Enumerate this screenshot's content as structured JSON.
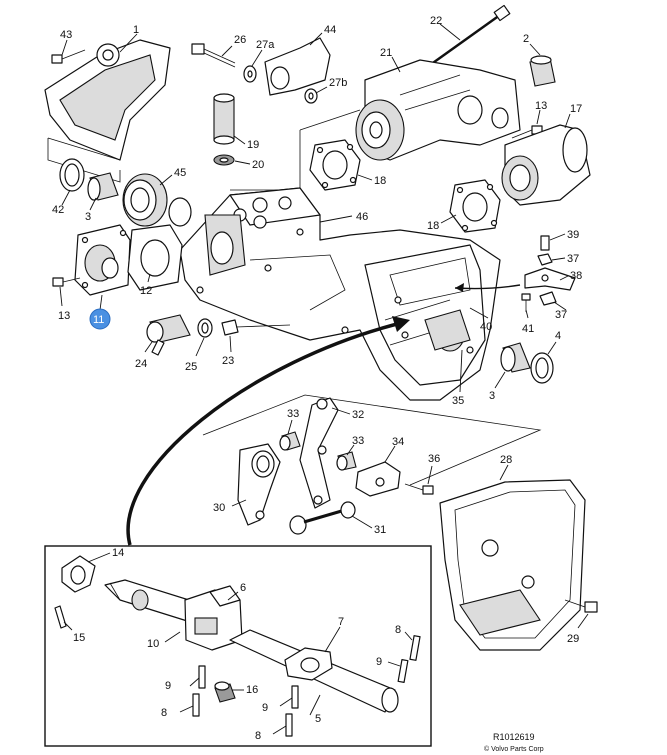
{
  "diagram": {
    "labels": {
      "p1": "1",
      "p2": "2",
      "p3a": "3",
      "p3b": "3",
      "p4": "4",
      "p5": "5",
      "p6": "6",
      "p7": "7",
      "p8a": "8",
      "p8b": "8",
      "p8c": "8",
      "p9a": "9",
      "p9b": "9",
      "p9c": "9",
      "p10": "10",
      "p11": "11",
      "p12": "12",
      "p13a": "13",
      "p13b": "13",
      "p14": "14",
      "p15": "15",
      "p16": "16",
      "p17": "17",
      "p18a": "18",
      "p18b": "18",
      "p19": "19",
      "p20": "20",
      "p21": "21",
      "p22": "22",
      "p23": "23",
      "p24": "24",
      "p25": "25",
      "p26": "26",
      "p27a": "27a",
      "p27b": "27b",
      "p28": "28",
      "p29": "29",
      "p30": "30",
      "p31": "31",
      "p32": "32",
      "p33a": "33",
      "p33b": "33",
      "p34": "34",
      "p35": "35",
      "p36": "36",
      "p37a": "37",
      "p37b": "37",
      "p38": "38",
      "p39": "39",
      "p40": "40",
      "p41": "41",
      "p42": "42",
      "p43": "43",
      "p44": "44",
      "p45": "45",
      "p46": "46"
    },
    "highlighted_label": "11",
    "highlight_color": "#4a90e2",
    "reference_code": "R1012619",
    "copyright": "© Volvo Parts Corp"
  }
}
